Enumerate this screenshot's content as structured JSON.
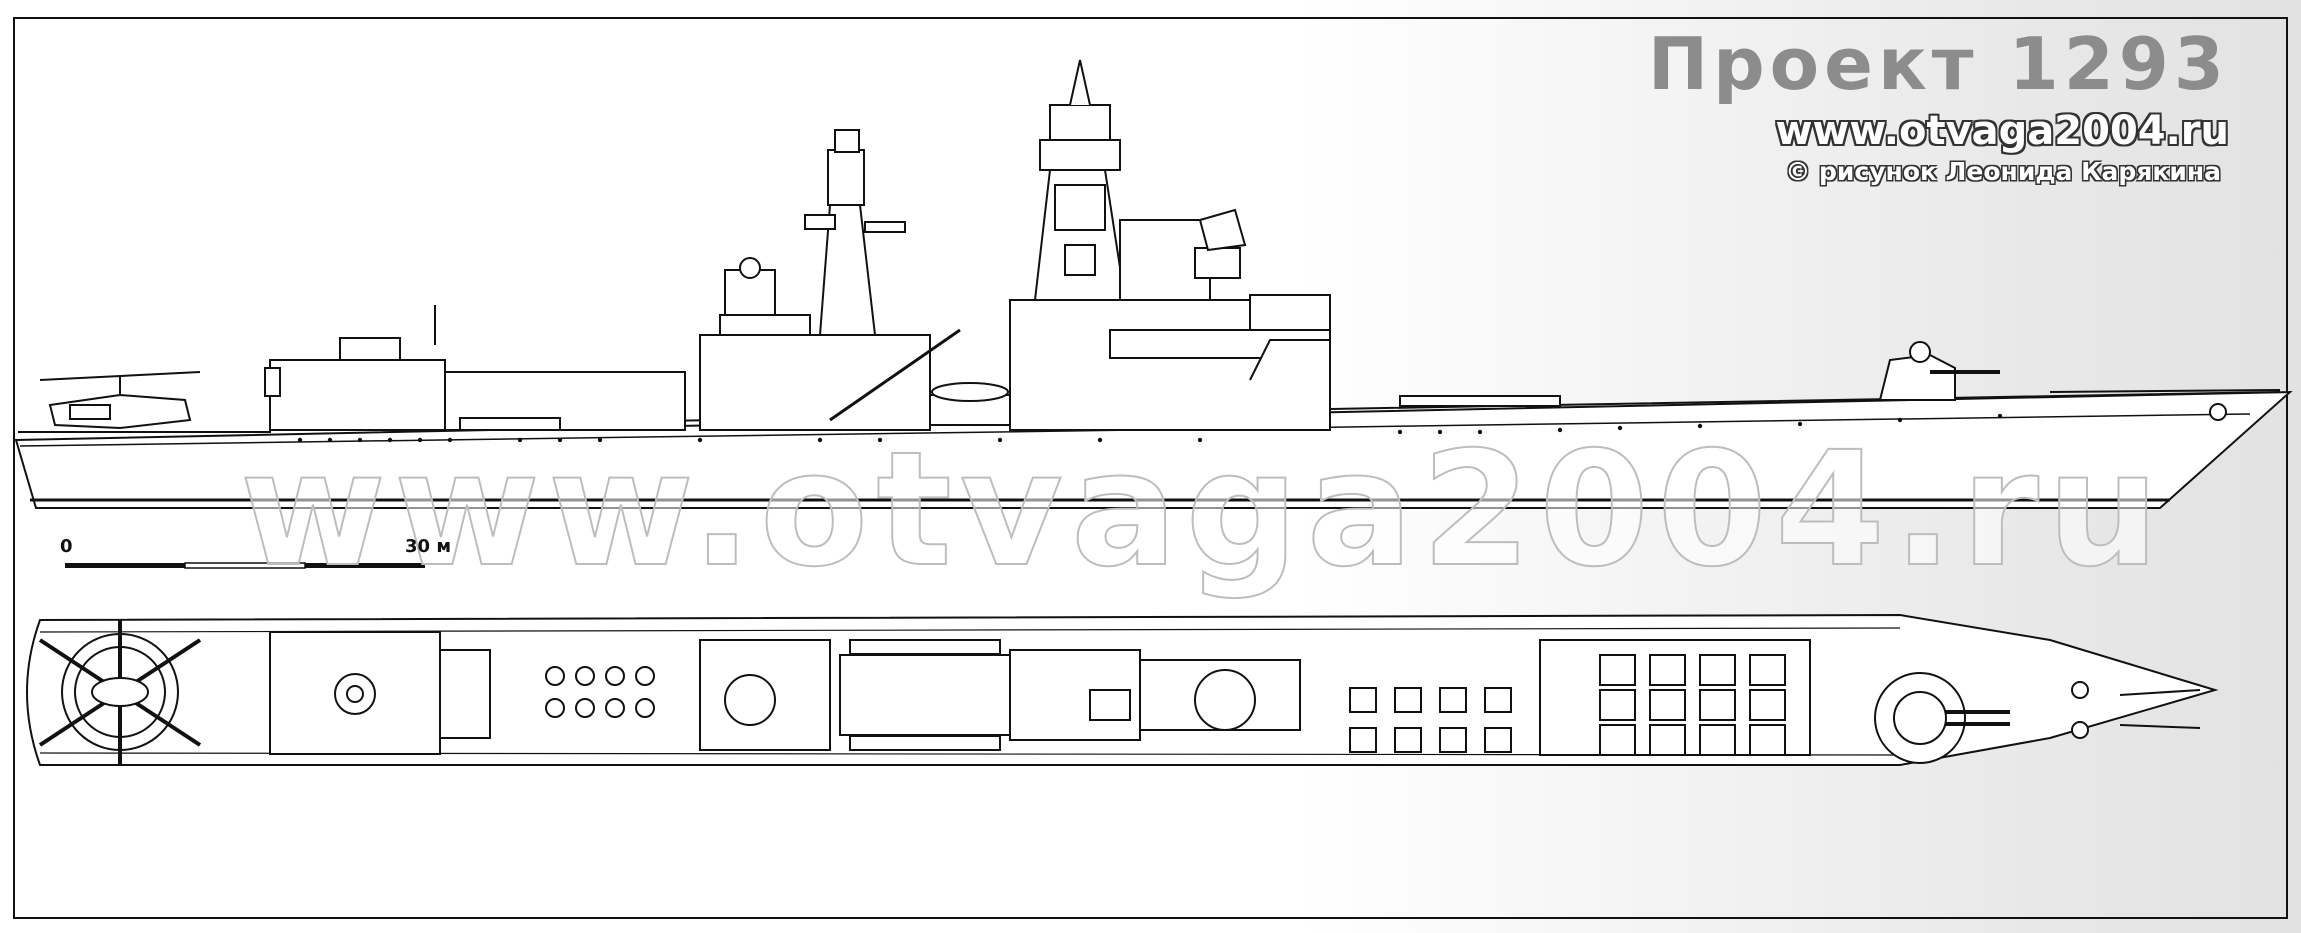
{
  "header": {
    "title": "Проект 1293",
    "website": "www.otvaga2004.ru",
    "credit": "© рисунок Леонида Карякина"
  },
  "watermark": {
    "text": "www.otvaga2004.ru"
  },
  "scale_bar": {
    "start_label": "0",
    "end_label": "30 м"
  },
  "colors": {
    "line": "#111111",
    "title": "#8c8c8c",
    "background": "#ffffff"
  }
}
